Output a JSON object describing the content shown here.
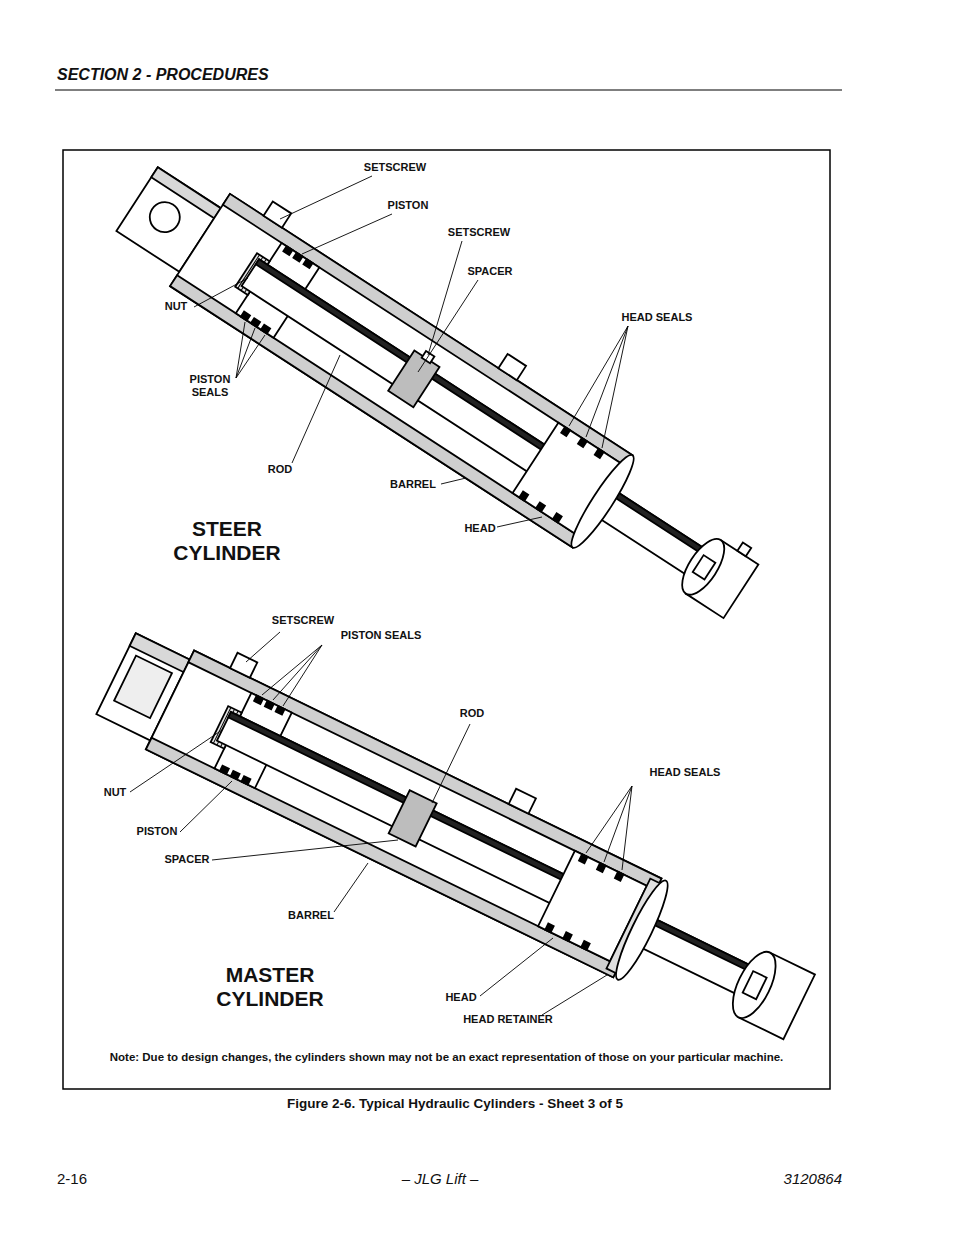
{
  "diagram": {
    "caption": "Figure 2-6.  Typical Hydraulic Cylinders - Sheet 3 of 5",
    "labels": [
      "SECTION 2 - PROCEDURES",
      "SETSCREW",
      "PISTON",
      "SETSCREW",
      "SPACER",
      "NUT",
      "HEAD SEALS",
      "PISTON SEALS",
      "ROD",
      "BARREL",
      "HEAD",
      "STEER CYLINDER",
      "SETSCREW",
      "PISTON SEALS",
      "ROD",
      "HEAD SEALS",
      "NUT",
      "PISTON",
      "SPACER",
      "BARREL",
      "HEAD",
      "HEAD RETAINER",
      "MASTER CYLINDER",
      "Note: Due to design changes, the cylinders shown may not be an exact representation of those on your particular machine.",
      "2-16",
      "– JLG Lift –",
      "3120864"
    ]
  }
}
